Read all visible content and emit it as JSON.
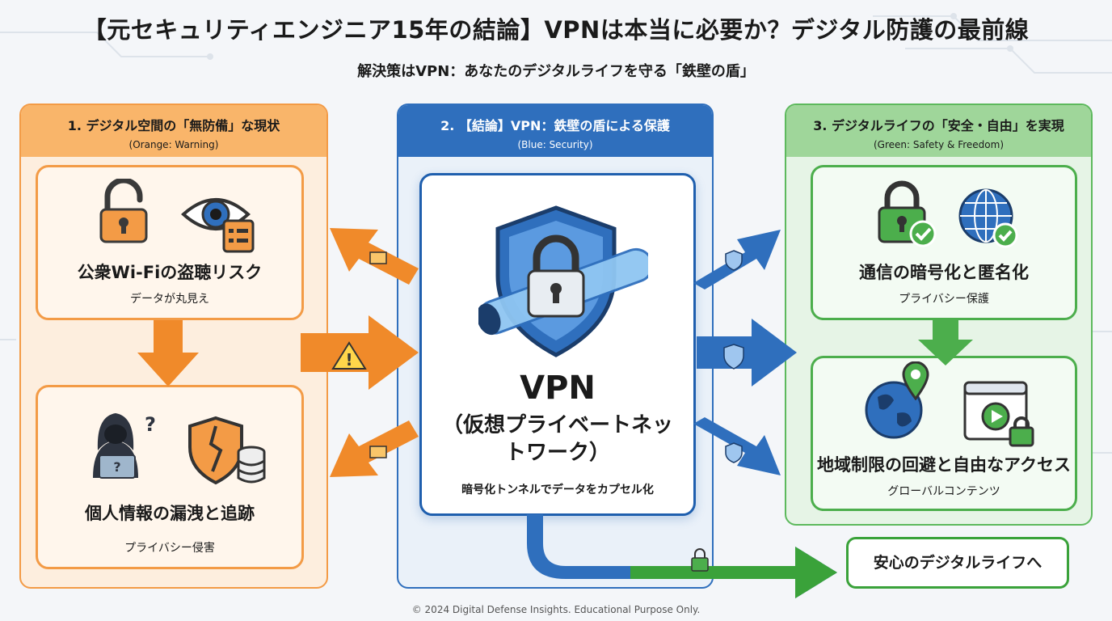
{
  "title": "【元セキュリティエンジニア15年の結論】VPNは本当に必要か？デジタル防護の最前線",
  "subtitle": "解決策はVPN：あなたのデジタルライフを守る「鉄壁の盾」",
  "columns": {
    "left": {
      "heading": "1. デジタル空間の「無防備」な現状",
      "subheading": "(Orange: Warning)",
      "cards": [
        {
          "title": "公衆Wi-Fiの盗聴リスク",
          "subtitle": "データが丸見え"
        },
        {
          "title": "個人情報の漏洩と追跡",
          "subtitle": "プライバシー侵害"
        }
      ]
    },
    "center": {
      "heading": "2. 【結論】VPN：鉄壁の盾による保護",
      "subheading": "(Blue: Security)",
      "vpn_title": "VPN",
      "vpn_subtitle": "（仮想プライベートネットワーク）",
      "vpn_desc": "暗号化トンネルでデータをカプセル化"
    },
    "right": {
      "heading": "3. デジタルライフの「安全・自由」を実現",
      "subheading": "(Green: Safety & Freedom)",
      "cards": [
        {
          "title": "通信の暗号化と匿名化",
          "subtitle": "プライバシー保護"
        },
        {
          "title": "地域制限の回避と自由なアクセス",
          "subtitle": "グローバルコンテンツ"
        }
      ]
    }
  },
  "final": "安心のデジタルライフへ",
  "footer": "© 2024 Digital Defense Insights. Educational Purpose Only.",
  "colors": {
    "orange": "#f39b46",
    "blue": "#2f6fbd",
    "green": "#4cae4c"
  },
  "icons": [
    "unlocked-padlock-icon",
    "eye-icon",
    "hacker-icon",
    "broken-shield-icon",
    "database-icon",
    "shield-lock-icon",
    "locked-padlock-icon",
    "globe-icon",
    "location-pin-icon",
    "video-window-icon",
    "warning-icon"
  ]
}
